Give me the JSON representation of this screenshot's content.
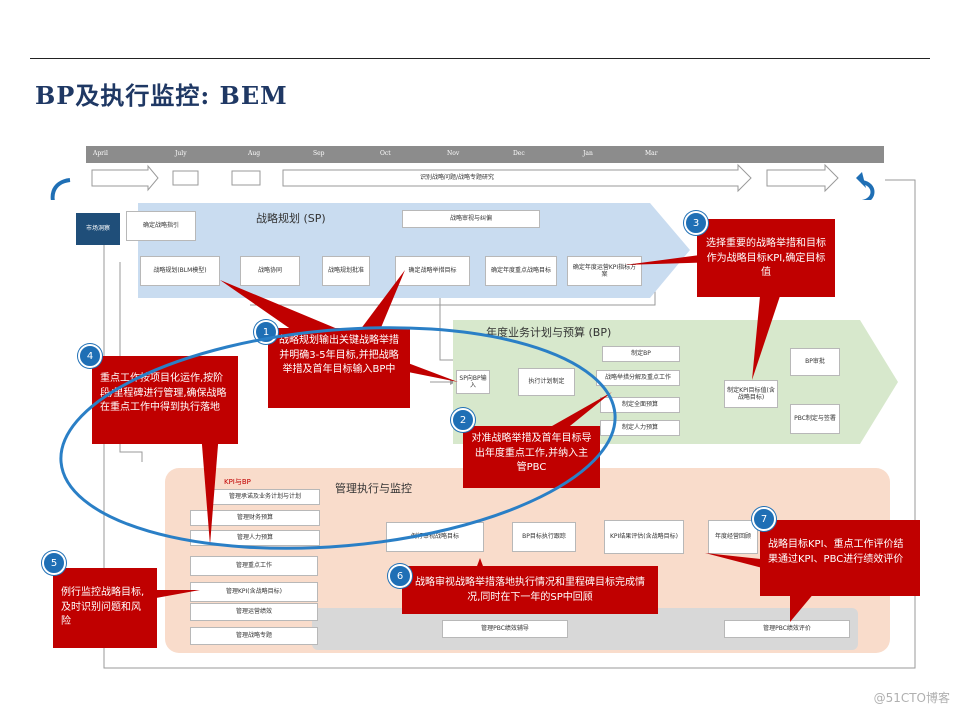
{
  "page": {
    "title": "BP及执行监控:   BEM"
  },
  "timeline": {
    "months": [
      "April",
      "July",
      "Aug",
      "Sep",
      "Oct",
      "Nov",
      "Dec",
      "Jan",
      "Mar"
    ],
    "arrow_label": "识别战略问题/战略专题研究"
  },
  "sp": {
    "label": "战略规划 (SP)",
    "market_insight": "市场洞察",
    "boxes": [
      "确定战略指引",
      "战略规划(BLM模型)",
      "战略协同",
      "战略规划批准",
      "确定战略举措目标",
      "确定年度重点战略目标",
      "确定年度运营KPI指标方案"
    ],
    "review_box": "战略审视与纠偏"
  },
  "bp": {
    "label": "年度业务计划与预算 (BP)",
    "boxes": [
      "SP向BP输入",
      "执行计划制定",
      "制定BP",
      "战略举措分解及重点工作",
      "制定全面预算",
      "制定人力预算",
      "制定KPI目标值(含战略目标)",
      "BP审批",
      "PBC制定与签署"
    ]
  },
  "mgmt": {
    "label": "管理执行与监控",
    "left_header": "KPI与BP",
    "left_boxes": [
      "管理承诺及业务计划与计划",
      "管理财务预算",
      "管理人力预算",
      "管理重点工作",
      "管理KPI(含战略目标)",
      "管理运营绩效",
      "管理战略专题"
    ],
    "flow_boxes": [
      "例行审视战略目标",
      "BP目标执行跟踪",
      "KPI结果评估(含战略目标)",
      "年度经营回顾"
    ],
    "pbc_boxes": [
      "管理PBC绩效辅导",
      "管理PBC绩效评价"
    ]
  },
  "callouts": [
    {
      "num": "1",
      "text": "战略规划输出关键战略举措并明确3-5年目标,并把战略举措及首年目标输入BP中"
    },
    {
      "num": "2",
      "text": "对准战略举措及首年目标导出年度重点工作,并纳入主管PBC"
    },
    {
      "num": "3",
      "text": "选择重要的战略举措和目标作为战略目标KPI,确定目标值"
    },
    {
      "num": "4",
      "text": "重点工作按项目化运作,按阶段/里程碑进行管理,确保战略在重点工作中得到执行落地"
    },
    {
      "num": "5",
      "text": "例行监控战略目标,及时识别问题和风险"
    },
    {
      "num": "6",
      "text": "战略审视战略举措落地执行情况和里程碑目标完成情况,同时在下一年的SP中回顾"
    },
    {
      "num": "7",
      "text": "战略目标KPI、重点工作评价结果通过KPI、PBC进行绩效评价"
    }
  ],
  "watermark": "@51CTO博客",
  "colors": {
    "title": "#1f3864",
    "callout": "#c00000",
    "badge": "#1f6fb5",
    "sp_band": "#c9dcf0",
    "bp_band": "#d7e8cc",
    "mgmt_band": "#f9dccb"
  }
}
